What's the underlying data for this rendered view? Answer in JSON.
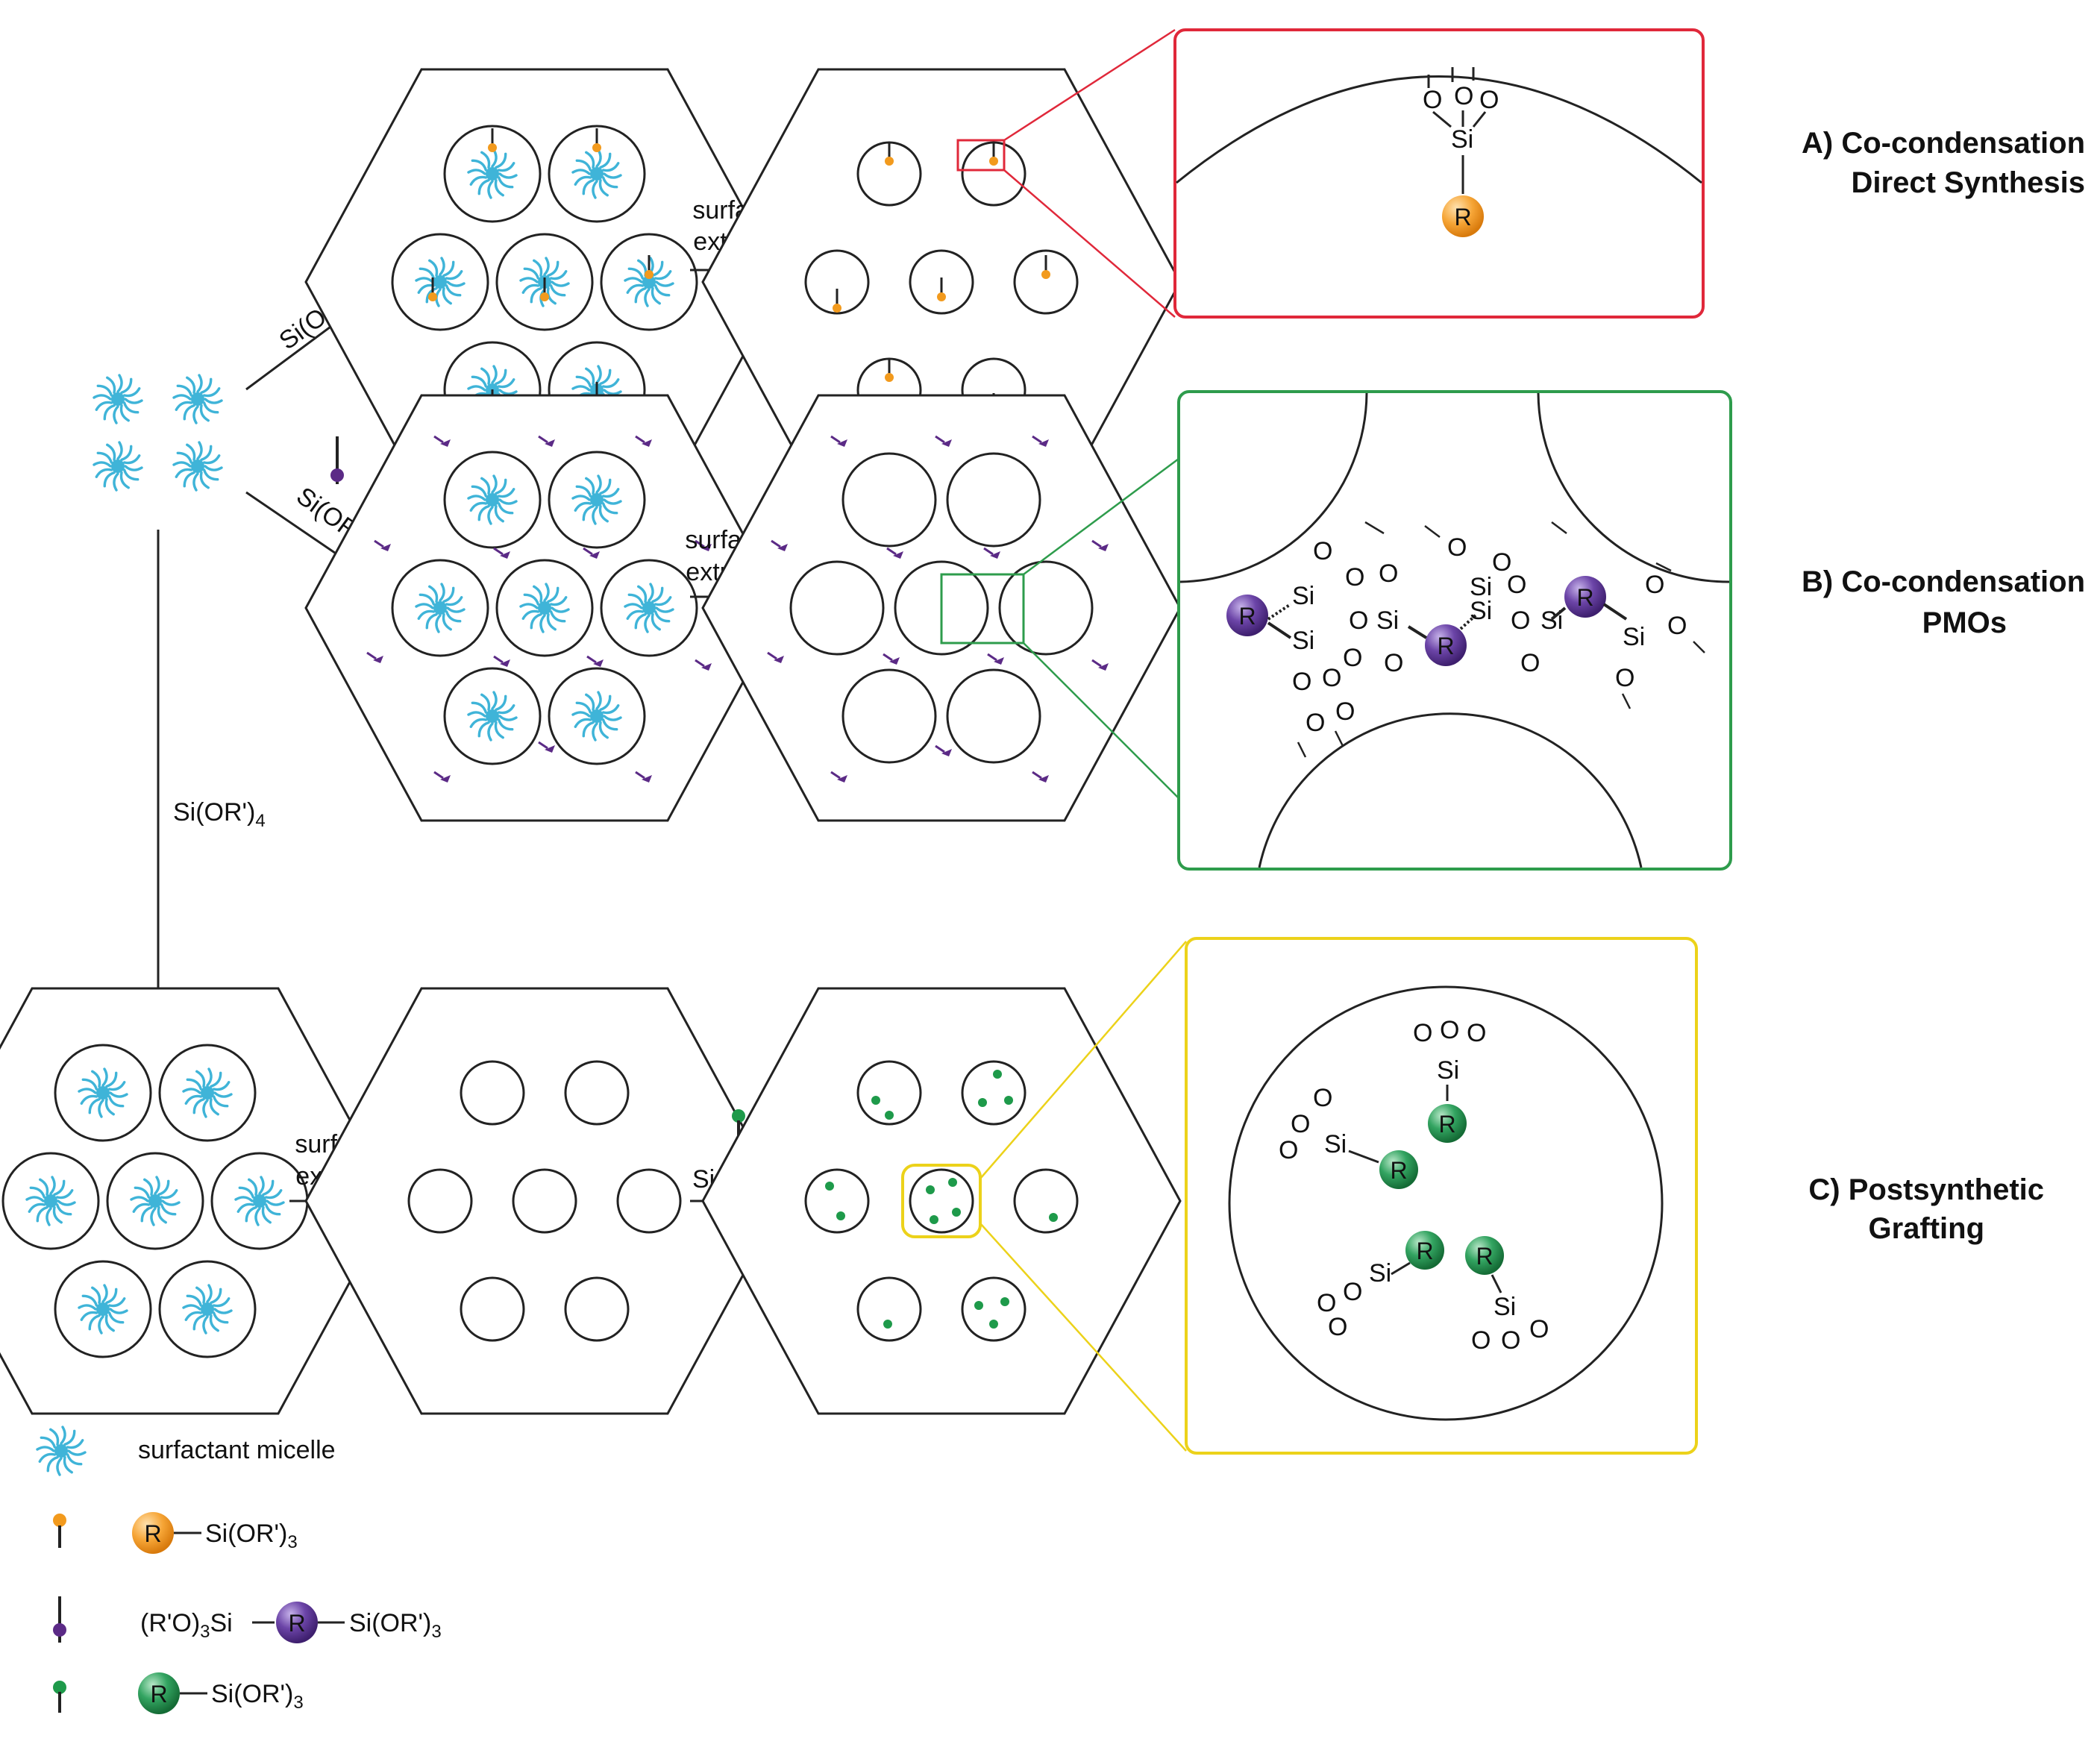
{
  "colors": {
    "micelle": "#3fb4d8",
    "organosilane_A": "#f29a1d",
    "bridged_B": "#5b2a86",
    "organosilane_C": "#1e9a4a",
    "frame_A": "#e0283a",
    "frame_B": "#2e9c4c",
    "frame_C": "#ecd21a"
  },
  "labels": {
    "si_or4": "Si(OR')",
    "sub4": "4",
    "surfactant": "surfactant",
    "extraction": "extraction",
    "si": "Si",
    "o": "O",
    "r": "R"
  },
  "headings": {
    "a_line1": "A) Co-condensation",
    "a_line2": "Direct Synthesis",
    "b_line1": "B) Co-condensation",
    "b_line2": "PMOs",
    "c_line1": "C) Postsynthetic",
    "c_line2": "Grafting"
  },
  "legend": {
    "micelle": "surfactant micelle",
    "a_tail": "Si(OR')",
    "b_head": "(R'O)",
    "b_si": "Si",
    "b_tail": "Si(OR')",
    "c_tail": "Si(OR')",
    "sub3": "3"
  }
}
